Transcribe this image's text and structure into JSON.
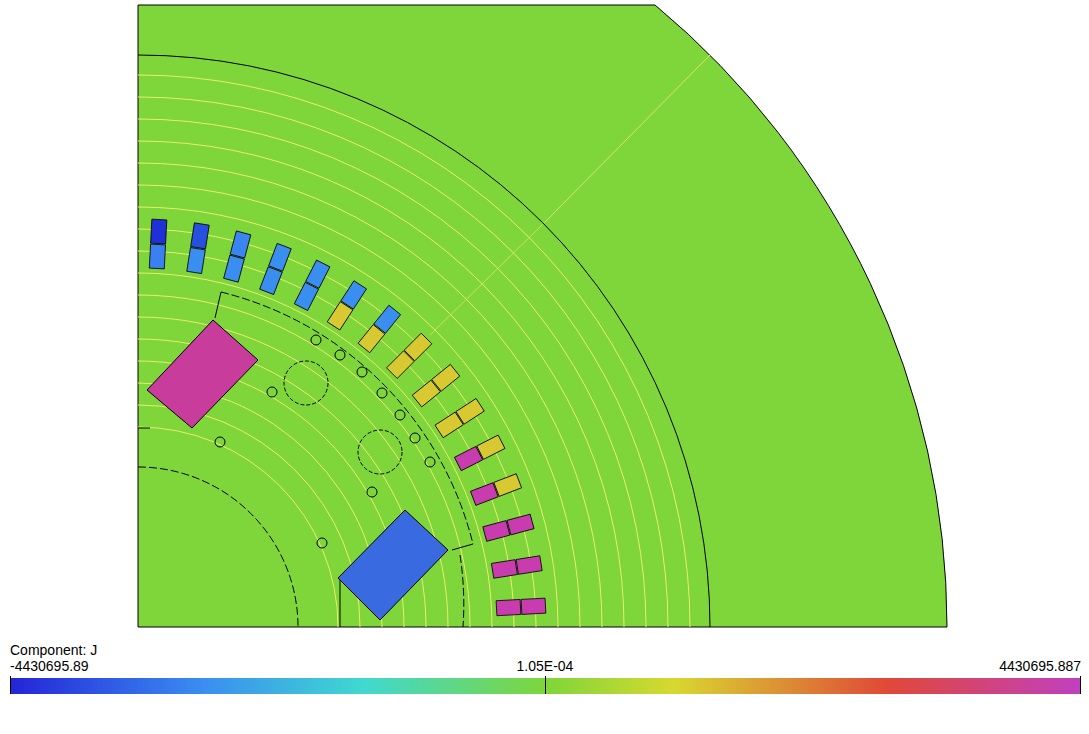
{
  "diagram": {
    "labels": [
      "Component: J",
      "-4430695.89",
      "1.05E-04",
      "4430695.887"
    ]
  }
}
